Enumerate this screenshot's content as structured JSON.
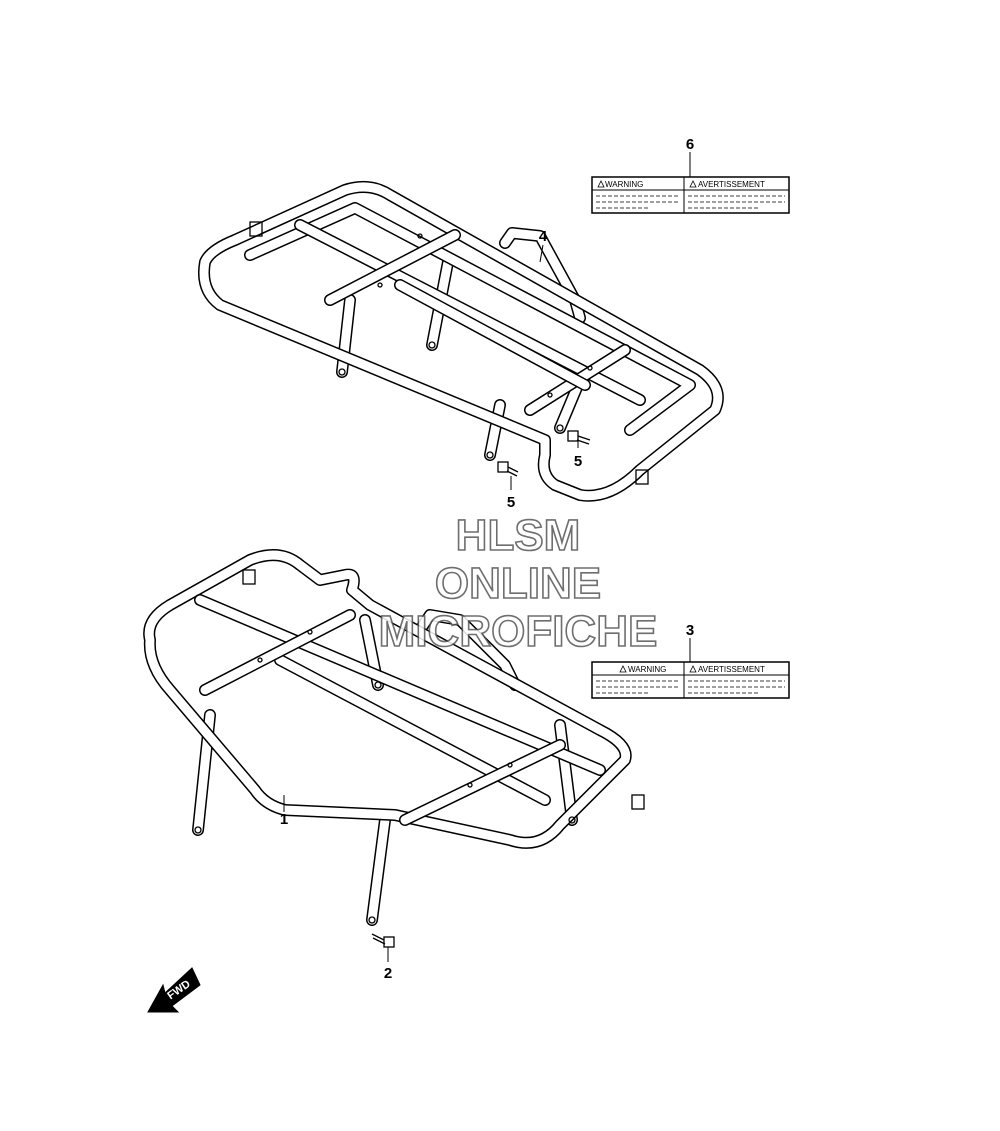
{
  "callouts": [
    {
      "id": "1",
      "label": "1"
    },
    {
      "id": "2",
      "label": "2"
    },
    {
      "id": "3",
      "label": "3"
    },
    {
      "id": "4",
      "label": "4"
    },
    {
      "id": "5a",
      "label": "5"
    },
    {
      "id": "5b",
      "label": "5"
    },
    {
      "id": "6",
      "label": "6"
    }
  ],
  "labels": {
    "warning": "WARNING",
    "avertissement": "AVERTISSEMENT"
  },
  "watermark": {
    "line1": "HLSM",
    "line2": "ONLINE",
    "line3": "MICROFICHE"
  },
  "direction": {
    "text": "FWD"
  }
}
